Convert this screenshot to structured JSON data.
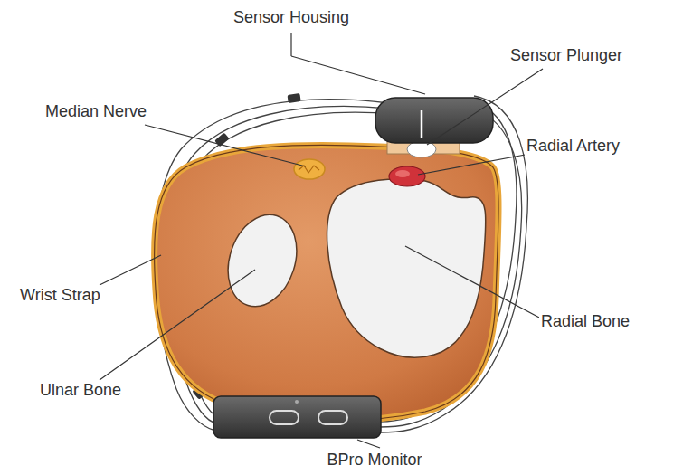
{
  "diagram": {
    "labels": [
      "Sensor Housing",
      "Sensor Plunger",
      "Median Nerve",
      "Radial Artery",
      "Wrist Strap",
      "Ulnar Bone",
      "Radial Bone",
      "BPro Monitor"
    ]
  }
}
